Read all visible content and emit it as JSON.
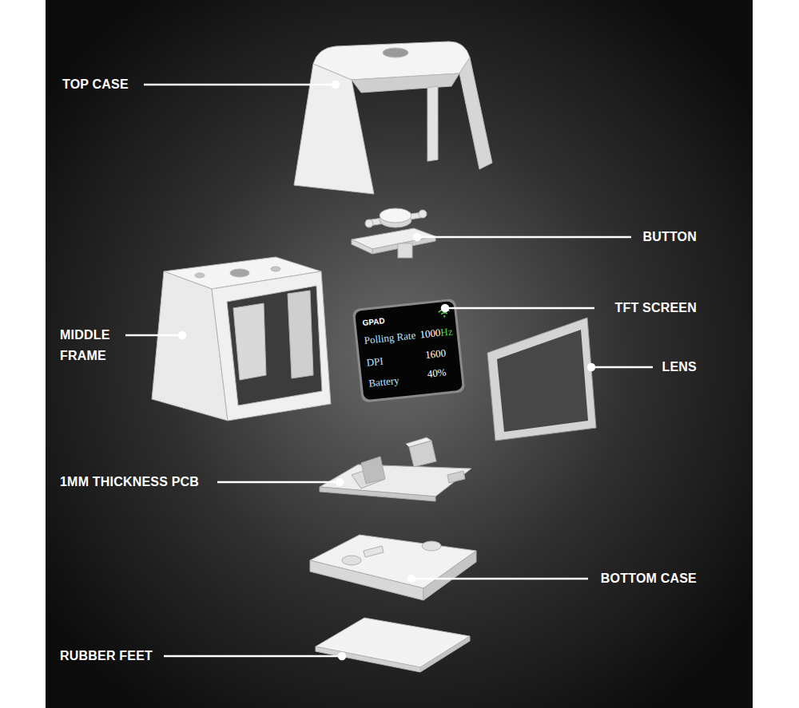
{
  "diagram": {
    "labels": [
      "TOP CASE",
      "BUTTON",
      "TFT SCREEN",
      "MIDDLE FRAME",
      "LENS",
      "GPAD",
      "Polling Rate",
      "1000",
      "Hz",
      "DPI",
      "1600",
      "Battery",
      "40%",
      "1MM THICKNESS PCB",
      "BOTTOM CASE",
      "RUBBER FEET"
    ]
  }
}
